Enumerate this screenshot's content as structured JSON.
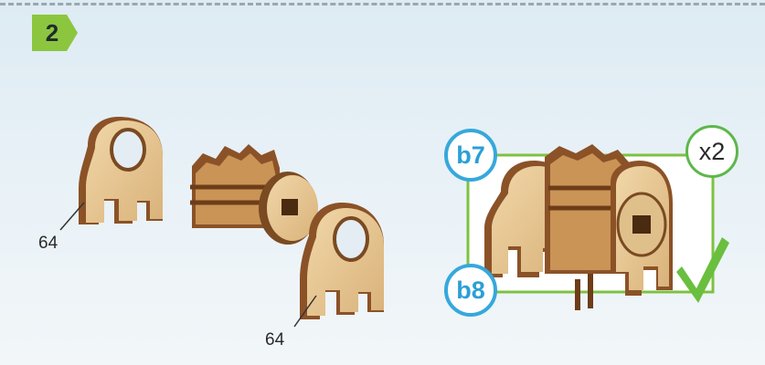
{
  "step": {
    "number": "2"
  },
  "parts": {
    "left_label": "64",
    "right_label": "64"
  },
  "result": {
    "label_top": "b7",
    "label_bottom": "b8",
    "quantity": "x2",
    "check_icon": "check-icon",
    "frame_color": "#7dc242",
    "label_color": "#2b9fd6"
  }
}
